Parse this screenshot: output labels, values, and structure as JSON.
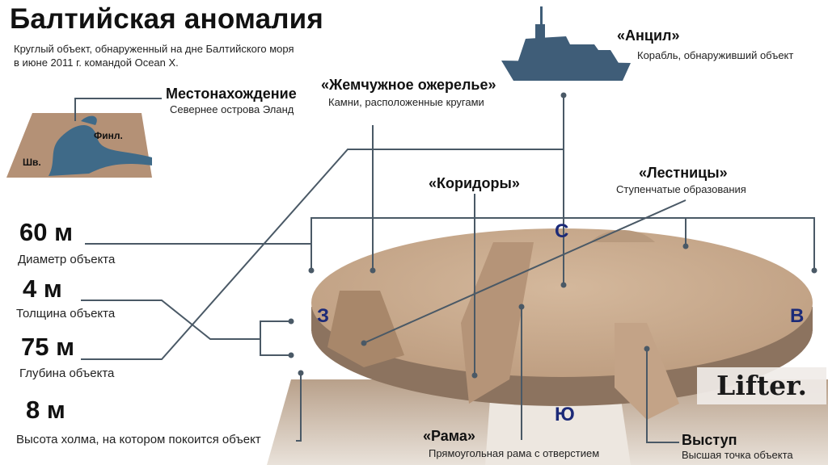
{
  "header": {
    "title": "Балтийская аномалия",
    "subtitle_line1": "Круглый объект, обнаруженный на дне Балтийского моря",
    "subtitle_line2": "в июне 2011 г. командой Ocean X."
  },
  "location": {
    "heading": "Местонахождение",
    "description": "Севернее острова Эланд",
    "map_labels": {
      "finland": "Финл.",
      "sweden": "Шв."
    }
  },
  "ship": {
    "heading": "«Анцил»",
    "description": "Корабль, обнаруживший объект"
  },
  "callouts": {
    "pearl_necklace": {
      "heading": "«Жемчужное ожерелье»",
      "description": "Камни, расположенные кругами"
    },
    "corridors": {
      "heading": "«Коридоры»"
    },
    "stairs": {
      "heading": "«Лестницы»",
      "description": "Ступенчатые образования"
    },
    "frame": {
      "heading": "«Рама»",
      "description": "Прямоугольная рама с отверстием"
    },
    "ledge": {
      "heading": "Выступ",
      "description": "Высшая точка объекта"
    }
  },
  "stats": [
    {
      "value": "60 м",
      "label": "Диаметр объекта"
    },
    {
      "value": "4 м",
      "label": "Толщина объекта"
    },
    {
      "value": "75 м",
      "label": "Глубина объекта"
    },
    {
      "value": "8 м",
      "label": "Высота холма, на котором покоится объект"
    }
  ],
  "compass": {
    "north": "С",
    "west": "З",
    "east": "В",
    "south": "Ю"
  },
  "brand": "Lifter.",
  "colors": {
    "line": "#4a5966",
    "ship": "#3f5d78",
    "object_top": "#c9ab8f",
    "object_side": "#8c735f",
    "compass": "#1c2a78"
  }
}
